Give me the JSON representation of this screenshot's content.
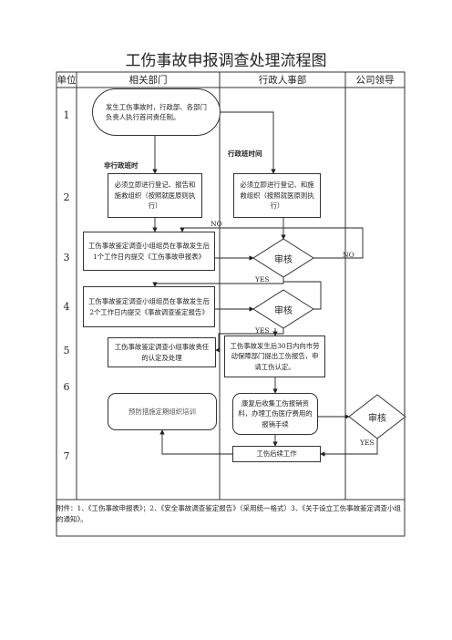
{
  "title": "工伤事故申报调查处理流程图",
  "headers": {
    "unit": "单位",
    "dept": "相关部门",
    "admin": "行政人事部",
    "leader": "公司领导"
  },
  "rows": [
    "1",
    "2",
    "3",
    "4",
    "5",
    "6",
    "7"
  ],
  "boxes": {
    "b1": "发生工伤事故时，行政部、各部门负责人执行首问责任制。",
    "b2a": "必须立即进行登记、报告和施救组织（按照就医原则执行）",
    "b2b": "必须立即进行登记、和施救组织（按照就医原则执行）",
    "b3": "工伤事故鉴定调查小组组员在事故发生后1个工作日内提交《工伤事故申报表》",
    "b4": "工伤事故鉴定调查小组组员在事故发生后2个工作日内提交《事故调查鉴定报告》",
    "b5a": "工伤事故鉴定调查小组事故责任的认定及处理",
    "b5b": "工伤事故发生后30日内向市劳动保障部门提出工伤报告，申请工伤认定。",
    "b6a": "预防措施定期组织培训",
    "b6b": "康复后收集工伤报销资料，办理工伤医疗费用的报销手续",
    "b7": "工伤后续工作"
  },
  "decisions": {
    "d3": "审核",
    "d4": "审核",
    "d6": "审核"
  },
  "labels": {
    "non_office": "非行政班时",
    "office": "行政班时间",
    "no1": "NO",
    "no2": "NO",
    "yes1": "YES",
    "yes2": "YES",
    "yes3": "YES"
  },
  "footer": "附件：1、《工伤事故申报表》；2、《安全事故调查鉴定报告》（采用统一格式）3、《关于设立工伤事故鉴定调查小组的通知》。"
}
